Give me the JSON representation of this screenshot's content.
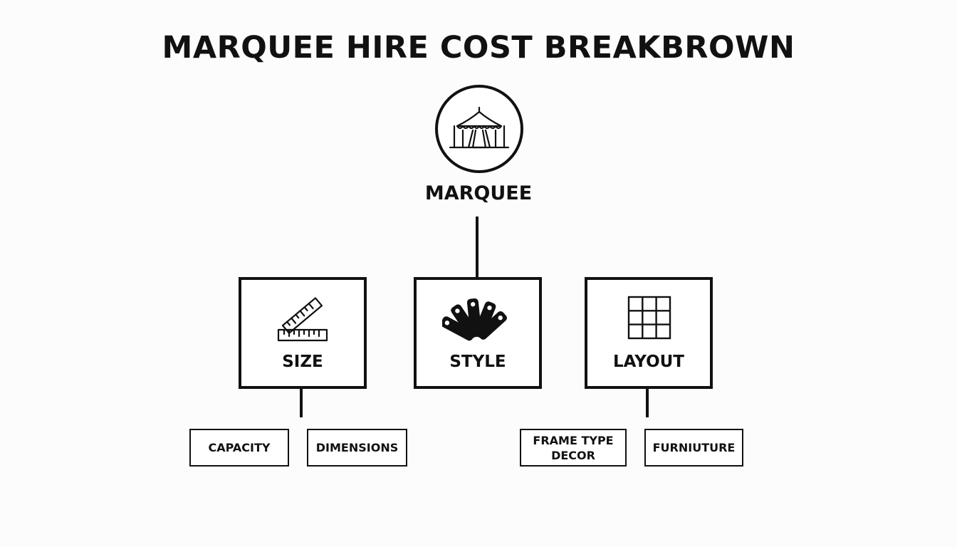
{
  "title": "MARQUEE HIRE COST BREAKBROWN",
  "root": {
    "label": "MARQUEE",
    "icon": "marquee-tent-icon"
  },
  "categories": [
    {
      "label": "SIZE",
      "icon": "ruler-icon"
    },
    {
      "label": "STYLE",
      "icon": "swatch-fan-icon"
    },
    {
      "label": "LAYOUT",
      "icon": "grid-icon"
    }
  ],
  "leaves": [
    {
      "lines": [
        "CAPACITY"
      ]
    },
    {
      "lines": [
        "DIMENSIONS"
      ]
    },
    {
      "lines": [
        "FRAME TYPE",
        "DECOR"
      ]
    },
    {
      "lines": [
        "FURNIUTURE"
      ]
    }
  ],
  "colors": {
    "stroke": "#111111",
    "background": "#fcfcfc"
  }
}
